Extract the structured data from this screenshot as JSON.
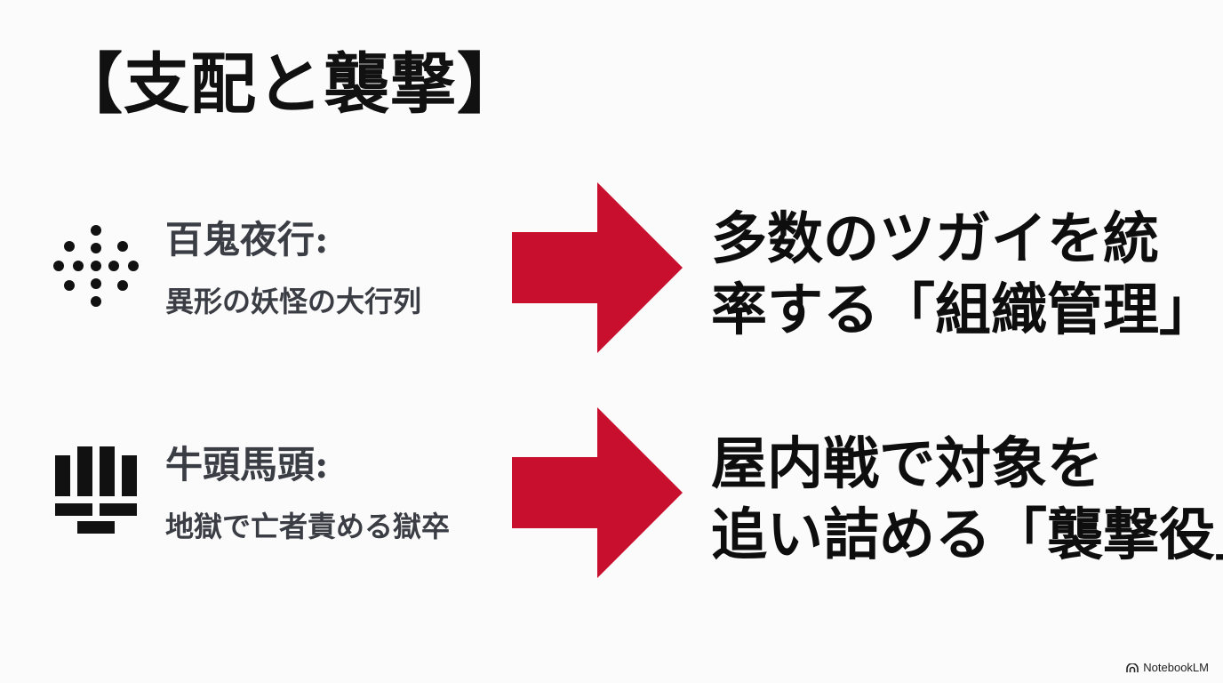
{
  "slide": {
    "title": "【支配と襲撃】",
    "accent_color": "#c8102e",
    "rows": [
      {
        "icon": "dot-grid-icon",
        "label": "百鬼夜行:",
        "sublabel": "異形の妖怪の大行列",
        "result_line1": "多数のツガイを統",
        "result_line2": "率する「組織管理」"
      },
      {
        "icon": "bar-blocks-icon",
        "label": "牛頭馬頭:",
        "sublabel": "地獄で亡者責める獄卒",
        "result_line1": "屋内戦で対象を",
        "result_line2": "追い詰める「襲撃役」"
      }
    ]
  },
  "branding": {
    "icon": "notebooklm-logo-icon",
    "text": "NotebookLM"
  }
}
